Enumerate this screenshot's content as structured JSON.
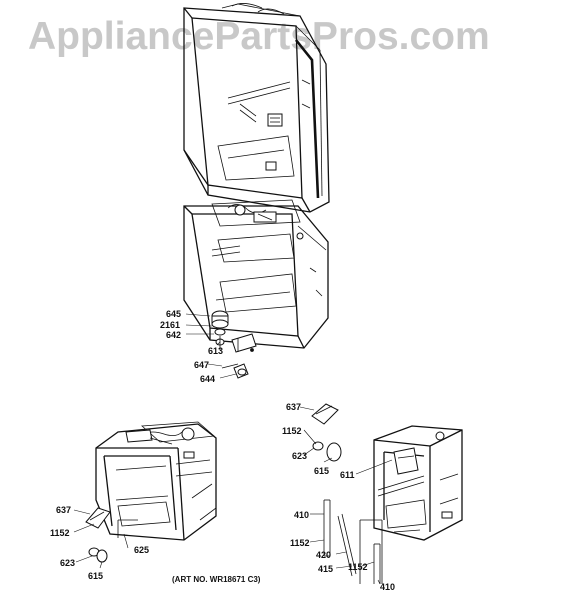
{
  "watermark": "AppliancePartsPros.com",
  "art_number": "(ART NO. WR18671 C3)",
  "callouts": {
    "top": {
      "c645": "645",
      "c2161": "2161",
      "c642": "642",
      "c613": "613",
      "c647": "647",
      "c644": "644"
    },
    "left": {
      "c637": "637",
      "c1152": "1152",
      "c623": "623",
      "c615": "615",
      "c625": "625"
    },
    "right": {
      "c637": "637",
      "c1152a": "1152",
      "c623": "623",
      "c615": "615",
      "c611": "611",
      "c410a": "410",
      "c1152b": "1152",
      "c420": "420",
      "c415": "415",
      "c1152c": "1152",
      "c410b": "410"
    }
  }
}
